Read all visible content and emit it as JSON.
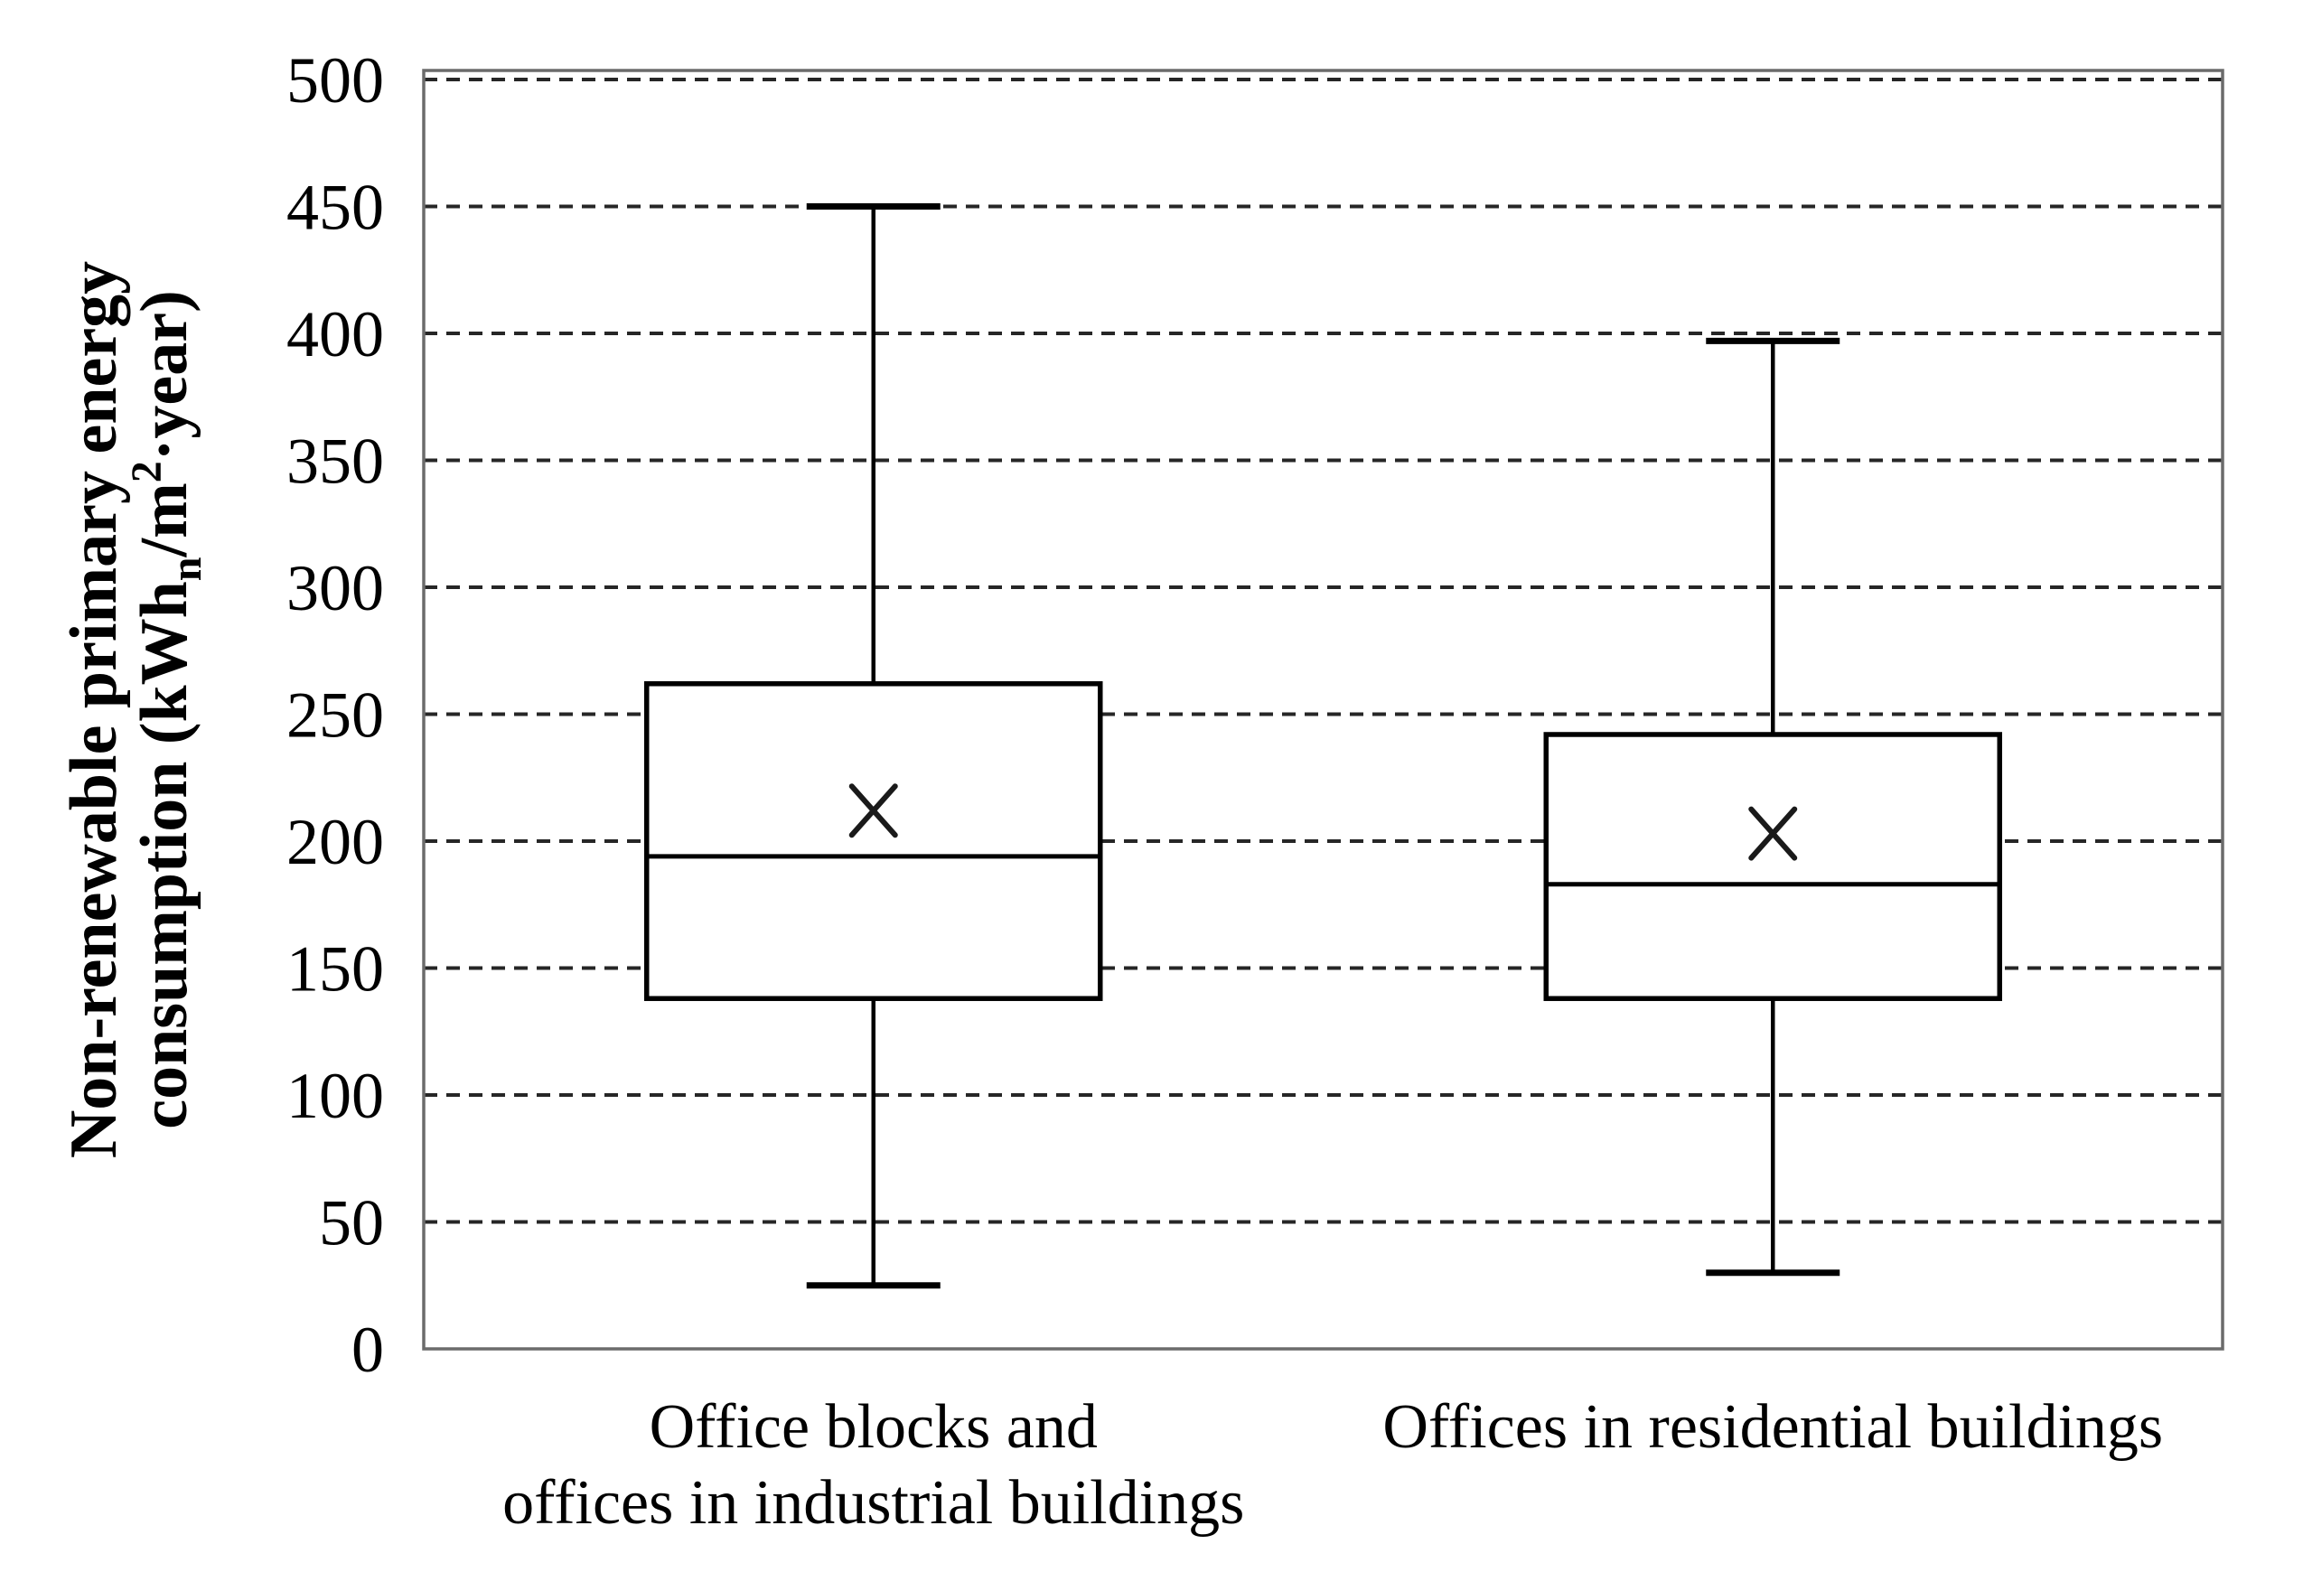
{
  "figure": {
    "background": "#ffffff"
  },
  "chart_data": {
    "type": "boxplot",
    "title": "",
    "ylabel": {
      "line1": "Non-renewable primary energy",
      "line2_parts": {
        "pre": "consumption (kWh",
        "sub": "n",
        "mid": "/m",
        "sup": "2",
        "post": "·year)"
      }
    },
    "ylim": [
      0,
      500
    ],
    "ytick_step": 50,
    "yticks": [
      0,
      50,
      100,
      150,
      200,
      250,
      300,
      350,
      400,
      450,
      500
    ],
    "grid": {
      "horizontal": true,
      "style": "dashed",
      "at": [
        50,
        100,
        150,
        200,
        250,
        300,
        350,
        400,
        450,
        500
      ]
    },
    "legend": {
      "shown": false
    },
    "categories": [
      {
        "label_lines": [
          "Office blocks and",
          "offices in industrial buildings"
        ]
      },
      {
        "label_lines": [
          "Offices in residential buildings"
        ]
      }
    ],
    "series": [
      {
        "name": "Office blocks and offices in industrial buildings",
        "whisker_low": 25,
        "q1": 138,
        "median": 194,
        "mean": 212,
        "q3": 262,
        "whisker_high": 450
      },
      {
        "name": "Offices in residential buildings",
        "whisker_low": 30,
        "q1": 138,
        "median": 183,
        "mean": 203,
        "q3": 242,
        "whisker_high": 397
      }
    ],
    "marker": {
      "mean": "x-cross"
    },
    "colors": {
      "background": "#ffffff",
      "box_fill": "#ffffff",
      "box_stroke": "#000000",
      "median": "#000000",
      "whisker": "#000000",
      "mean_marker": "#1a1a1a",
      "gridline": "#262626",
      "frame": "#6b6b6b",
      "text": "#000000"
    }
  }
}
